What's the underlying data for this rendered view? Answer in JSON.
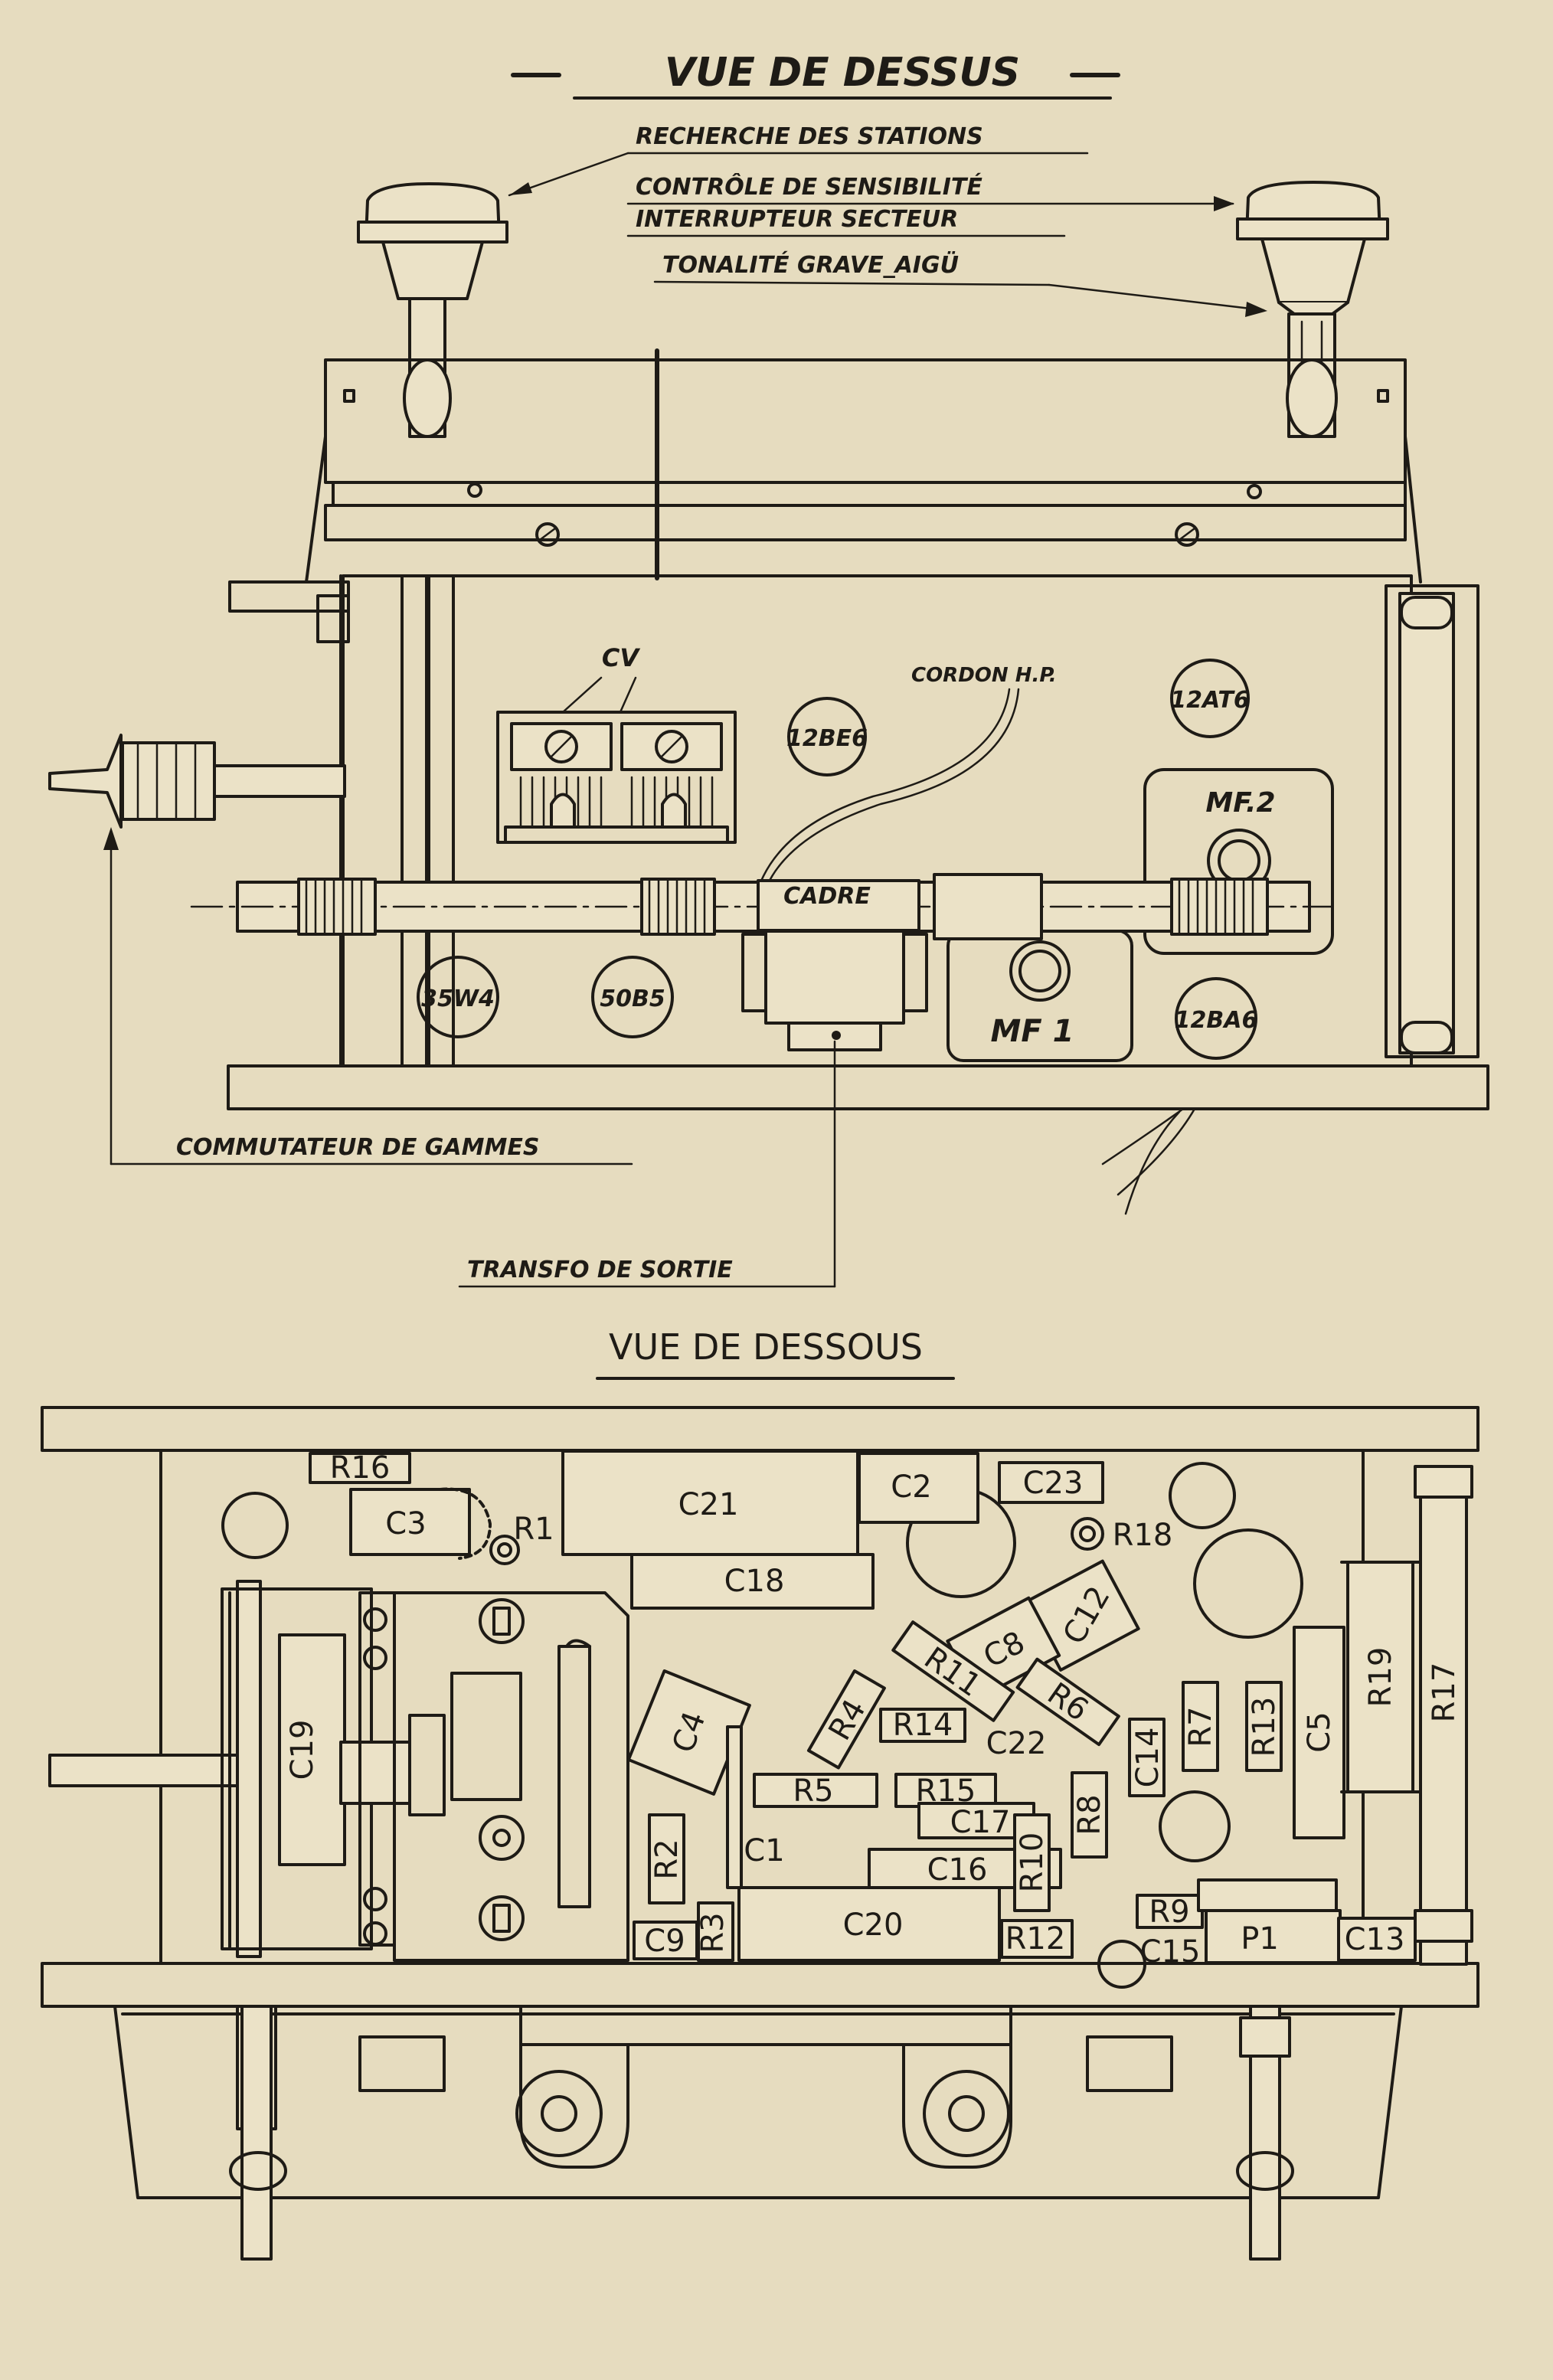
{
  "top_view": {
    "title": "VUE   DE   DESSUS",
    "labels": {
      "recherche": "RECHERCHE   DES  STATIONS",
      "controle": "CONTRÔLE   DE  SENSIBILITÉ",
      "interrupteur": "INTERRUPTEUR    SECTEUR",
      "tonalite": "TONALITÉ   GRAVE_AIGÜ",
      "cv": "CV",
      "cordon": "CORDON  H.P.",
      "cadre": "CADRE",
      "mf2": "MF.2",
      "mf1": "MF 1",
      "commutateur": "COMMUTATEUR   DE   GAMMES",
      "transfo": "TRANSFO  DE  SORTIE"
    },
    "tubes": [
      "12BE6",
      "12AT6",
      "35W4",
      "50B5",
      "12BA6"
    ]
  },
  "bottom_view": {
    "title": "VUE  DE  DESSOUS",
    "components": {
      "R16": "R16",
      "C3": "C3",
      "R1": "R1",
      "C21": "C21",
      "C2": "C2",
      "C23": "C23",
      "R18": "R18",
      "C18": "C18",
      "C12": "C12",
      "C8": "C8",
      "R11": "R11",
      "C19": "C19",
      "C4": "C4",
      "R4": "R4",
      "R14": "R14",
      "R6": "R6",
      "C22": "C22",
      "C14": "C14",
      "R7": "R7",
      "R13": "R13",
      "C5": "C5",
      "R19": "R19",
      "R17": "R17",
      "R5": "R5",
      "R15": "R15",
      "C17": "C17",
      "R8": "R8",
      "C1": "C1",
      "R2": "R2",
      "C16": "C16",
      "R10": "R10",
      "C9": "C9",
      "R3": "R3",
      "C20": "C20",
      "R12": "R12",
      "R9": "R9",
      "C15": "C15",
      "P1": "P1",
      "C13": "C13"
    }
  },
  "colors": {
    "paper": "#e6dcbf",
    "ink": "#1e1b16"
  }
}
